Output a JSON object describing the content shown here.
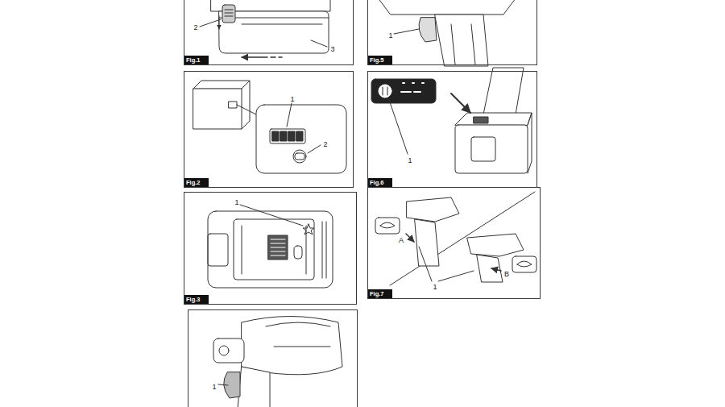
{
  "diagram": {
    "nodes": [
      {
        "text": [
          "2",
          "3",
          "Fig.1"
        ]
      },
      {
        "text": [
          "1",
          "Fig.5"
        ]
      },
      {
        "text": [
          "1",
          "2",
          "Fig.2"
        ]
      },
      {
        "text": [
          "1",
          "Fig.6"
        ]
      },
      {
        "text": [
          "1",
          "Fig.3"
        ]
      },
      {
        "text": [
          "A",
          "1",
          "B",
          "Fig.7"
        ]
      },
      {
        "text": [
          "1"
        ]
      }
    ]
  }
}
